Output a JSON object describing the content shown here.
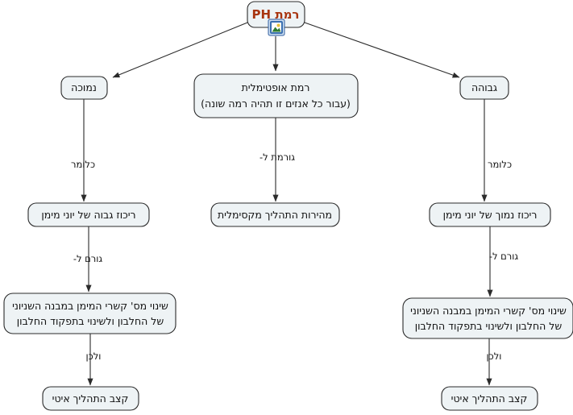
{
  "diagram": {
    "title": "רמת PH",
    "language": "he",
    "type": "flowchart",
    "colors": {
      "node_fill": "#eef3f5",
      "node_stroke": "#2b2b2b",
      "root_text": "#a8340f",
      "text": "#111111",
      "background": "#ffffff",
      "icon_border": "#3a6fb0"
    },
    "root": {
      "id": "root",
      "label": "רמת PH",
      "icon": "image-icon"
    },
    "nodes": [
      {
        "id": "low",
        "label": "נמוכה"
      },
      {
        "id": "optimal",
        "label_line1": "רמת אופטימלית",
        "label_line2": "(עבור כל אנזים זו תהיה רמה שונה)"
      },
      {
        "id": "high",
        "label": "גבוהה"
      },
      {
        "id": "low-conc",
        "label": "ריכוז גבוה של יוני מימן"
      },
      {
        "id": "opt-speed",
        "label": "מהירות התהליך מקסימלית"
      },
      {
        "id": "high-conc",
        "label": "ריכוז נמוך של יוני מימן"
      },
      {
        "id": "low-bonds",
        "label_line1": "שינוי מס' קשרי המימן במבנה השניוני",
        "label_line2": "של החלבון ולשינוי בתפקוד החלבון"
      },
      {
        "id": "high-bonds",
        "label_line1": "שינוי מס' קשרי המימן במבנה השניוני",
        "label_line2": "של החלבון ולשינוי בתפקוד החלבון"
      },
      {
        "id": "low-rate",
        "label": "קצב התהליך איטי"
      },
      {
        "id": "high-rate",
        "label": "קצב התהליך איטי"
      }
    ],
    "edges": [
      {
        "id": "root-low",
        "from": "root",
        "to": "low",
        "label": ""
      },
      {
        "id": "root-optimal",
        "from": "root",
        "to": "optimal",
        "label": ""
      },
      {
        "id": "root-high",
        "from": "root",
        "to": "high",
        "label": ""
      },
      {
        "id": "low-to-conc",
        "from": "low",
        "to": "low-conc",
        "label": "כלומר"
      },
      {
        "id": "optimal-to-speed",
        "from": "optimal",
        "to": "opt-speed",
        "label": "גורמת ל-"
      },
      {
        "id": "high-to-conc",
        "from": "high",
        "to": "high-conc",
        "label": "כלומר"
      },
      {
        "id": "lowconc-to-bonds",
        "from": "low-conc",
        "to": "low-bonds",
        "label": "גורם ל-"
      },
      {
        "id": "highconc-to-bonds",
        "from": "high-conc",
        "to": "high-bonds",
        "label": "גורם ל-"
      },
      {
        "id": "lowbonds-to-rate",
        "from": "low-bonds",
        "to": "low-rate",
        "label": "ולכן"
      },
      {
        "id": "highbonds-to-rate",
        "from": "high-bonds",
        "to": "high-rate",
        "label": "ולכן"
      }
    ]
  }
}
